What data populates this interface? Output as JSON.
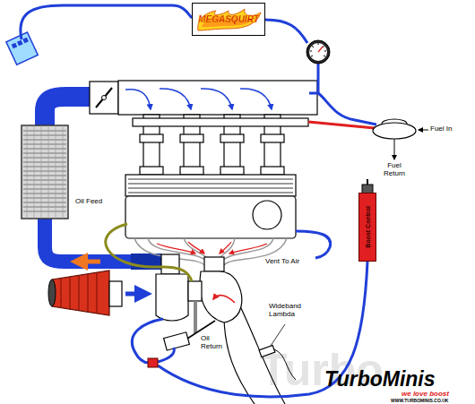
{
  "diagram": {
    "nodes": [
      {
        "text": [
          "MEGASQUIRT"
        ]
      },
      {
        "text": [
          "Boost Control"
        ]
      }
    ],
    "labels": [
      "Fuel In",
      "Fuel Return",
      "Oil Feed",
      "Vent To Air",
      "Wideband Lambda",
      "Oil Return",
      "Turbo",
      "TurboMinis",
      "we love boost",
      "WWW.TURBOMINIS.CO.UK"
    ]
  }
}
